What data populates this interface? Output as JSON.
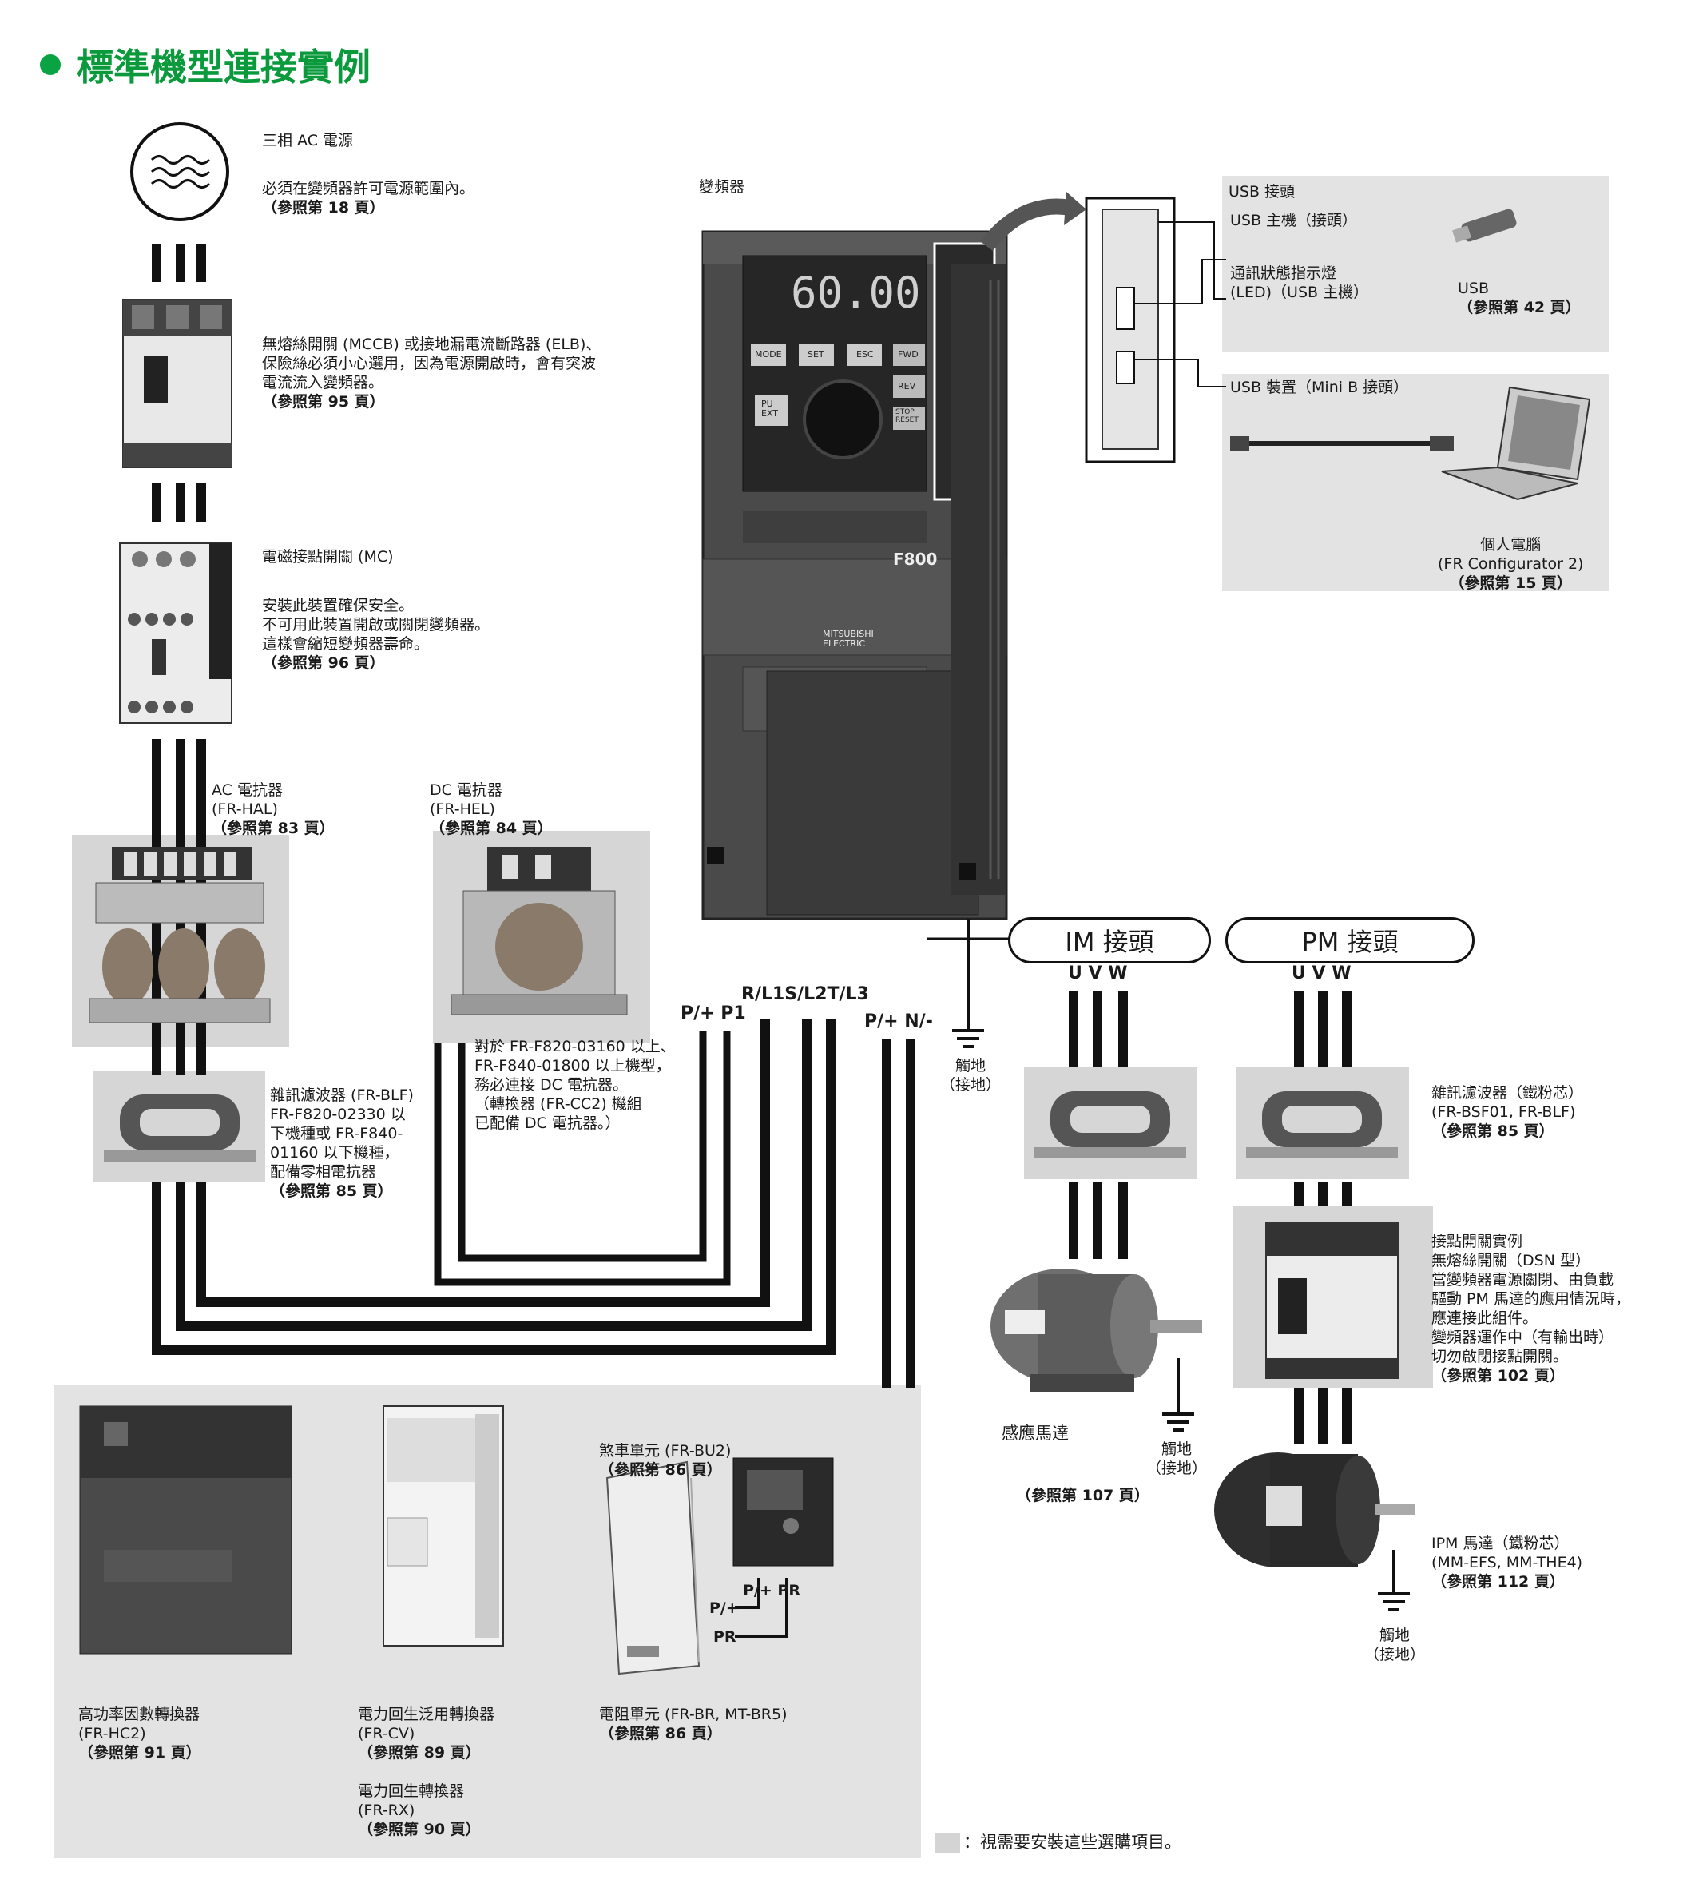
{
  "title": "標準機型連接實例",
  "inverter_label": "變頻器",
  "power": {
    "name": "三相 AC 電源",
    "desc": "必須在變頻器許可電源範圍內。",
    "ref": "（參照第 18 頁）"
  },
  "mccb": {
    "desc": "無熔絲開關 (MCCB) 或接地漏電流斷路器 (ELB)、\n保險絲必須小心選用，因為電源開啟時，會有突波\n電流流入變頻器。",
    "ref": "（參照第 95 頁）"
  },
  "mc": {
    "name": "電磁接點開關 (MC)",
    "desc": "安裝此裝置確保安全。\n不可用此裝置開啟或關閉變頻器。\n這樣會縮短變頻器壽命。",
    "ref": "（參照第 96 頁）"
  },
  "ac_reactor": {
    "name": "AC 電抗器\n(FR-HAL)",
    "ref": "（參照第 83 頁）"
  },
  "dc_reactor": {
    "name": "DC 電抗器\n(FR-HEL)",
    "ref": "（參照第 84 頁）",
    "note": "對於 FR-F820-03160 以上、\nFR-F840-01800 以上機型，\n務必連接 DC 電抗器。\n（轉換器 (FR-CC2) 機組\n已配備 DC 電抗器。）"
  },
  "noise_filter_in": {
    "name": "雜訊濾波器 (FR-BLF)\nFR-F820-02330 以\n下機種或 FR-F840-\n01160 以下機種，\n配備零相電抗器",
    "ref": "（參照第 85 頁）"
  },
  "terminals": {
    "p_p1": "P/+ P1",
    "rst": "R/L1S/L2T/L3",
    "p_n": "P/+ N/-"
  },
  "ground": {
    "label": "觸地\n（接地）"
  },
  "usb": {
    "panel_title": "USB 接頭",
    "host": "USB 主機（接頭）",
    "led": "通訊狀態指示燈\n(LED)（USB 主機）",
    "usb_label": "USB",
    "usb_ref": "（參照第 42 頁）",
    "device": "USB 裝置（Mini B 接頭）",
    "pc": "個人電腦\n(FR Configurator 2)",
    "pc_ref": "（參照第 15 頁）"
  },
  "im": {
    "badge": "IM 接頭",
    "uvw": "U V W",
    "motor": "感應馬達",
    "motor_ref": "（參照第 107 頁）",
    "ground": "觸地\n（接地）"
  },
  "pm": {
    "badge": "PM 接頭",
    "uvw": "U V W",
    "filter": "雜訊濾波器（鐵粉芯）\n(FR-BSF01, FR-BLF)",
    "filter_ref": "（參照第 85 頁）",
    "contact": "接點開關實例\n無熔絲開關（DSN 型）\n當變頻器電源關閉、由負載\n驅動 PM 馬達的應用情況時，\n應連接此組件。\n變頻器運作中（有輸出時）\n切勿啟閉接點開關。",
    "contact_ref": "（參照第 102 頁）",
    "motor": "IPM 馬達（鐵粉芯）\n(MM-EFS, MM-THE4)",
    "motor_ref": "（參照第 112 頁）",
    "ground": "觸地\n（接地）"
  },
  "options": {
    "hc2": {
      "name": "高功率因數轉換器\n(FR-HC2)",
      "ref": "（參照第 91 頁）"
    },
    "cv": {
      "name": "電力回生泛用轉換器\n(FR-CV)",
      "ref": "（參照第 89 頁）",
      "name2": "電力回生轉換器\n(FR-RX)",
      "ref2": "（參照第 90 頁）"
    },
    "bu2": {
      "name": "煞車單元 (FR-BU2)",
      "ref": "（參照第 86 頁）",
      "t1": "P/+ PR",
      "t2": "P/+",
      "t3": "PR"
    },
    "br": {
      "name": "電阻單元 (FR-BR, MT-BR5)",
      "ref": "（參照第 86 頁）"
    }
  },
  "inverter_panel": {
    "display": "60.00",
    "model": "F800",
    "brand": "MITSUBISHI\nELECTRIC",
    "keys": [
      "MODE",
      "SET",
      "ESC",
      "FWD",
      "REV",
      "STOP\nRESET",
      "PU\nEXT"
    ]
  },
  "legend": "：視需要安裝這些選購項目。"
}
